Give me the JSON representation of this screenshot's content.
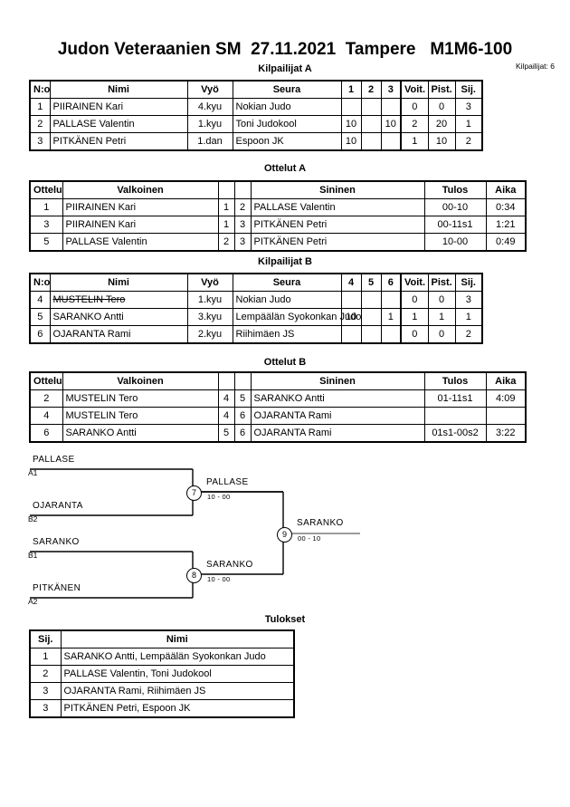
{
  "header": {
    "title": "Judon Veteraanien SM  27.11.2021  Tampere   M1M6-100",
    "entrants_label": "Kilpailijat: 6"
  },
  "sections": {
    "pool_a_heading": "Kilpailijat A",
    "matches_a_heading": "Ottelut A",
    "pool_b_heading": "Kilpailijat B",
    "matches_b_heading": "Ottelut B",
    "results_heading": "Tulokset"
  },
  "pool_headers": {
    "no": "N:o",
    "name": "Nimi",
    "belt": "Vyö",
    "club": "Seura",
    "wins": "Voit.",
    "points": "Pist.",
    "rank": "Sij."
  },
  "pool_a": {
    "score_columns": [
      "1",
      "2",
      "3"
    ],
    "rows": [
      {
        "no": "1",
        "name": "PIIRAINEN Kari",
        "belt": "4.kyu",
        "club": "Nokian Judo",
        "scores": [
          "",
          "",
          ""
        ],
        "wins": "0",
        "points": "0",
        "rank": "3",
        "struck": false
      },
      {
        "no": "2",
        "name": "PALLASE Valentin",
        "belt": "1.kyu",
        "club": "Toni Judokool",
        "scores": [
          "10",
          "",
          "10"
        ],
        "wins": "2",
        "points": "20",
        "rank": "1",
        "struck": false
      },
      {
        "no": "3",
        "name": "PITKÄNEN Petri",
        "belt": "1.dan",
        "club": "Espoon JK",
        "scores": [
          "10",
          "",
          ""
        ],
        "wins": "1",
        "points": "10",
        "rank": "2",
        "struck": false
      }
    ]
  },
  "pool_b": {
    "score_columns": [
      "4",
      "5",
      "6"
    ],
    "rows": [
      {
        "no": "4",
        "name": "MUSTELIN Tero",
        "belt": "1.kyu",
        "club": "Nokian Judo",
        "scores": [
          "",
          "",
          ""
        ],
        "wins": "0",
        "points": "0",
        "rank": "3",
        "struck": true
      },
      {
        "no": "5",
        "name": "SARANKO Antti",
        "belt": "3.kyu",
        "club": "Lempäälän Syokonkan Judo",
        "scores": [
          "10",
          "",
          "1"
        ],
        "wins": "1",
        "points": "1",
        "rank": "1",
        "struck": false
      },
      {
        "no": "6",
        "name": "OJARANTA Rami",
        "belt": "2.kyu",
        "club": "Riihimäen JS",
        "scores": [
          "",
          "",
          ""
        ],
        "wins": "0",
        "points": "0",
        "rank": "2",
        "struck": false
      }
    ]
  },
  "match_headers": {
    "match": "Ottelu",
    "white": "Valkoinen",
    "blue": "Sininen",
    "result": "Tulos",
    "time": "Aika"
  },
  "matches_a": [
    {
      "no": "1",
      "white": "PIIRAINEN Kari",
      "white_no": "1",
      "blue_no": "2",
      "blue": "PALLASE Valentin",
      "result": "00-10",
      "time": "0:34"
    },
    {
      "no": "3",
      "white": "PIIRAINEN Kari",
      "white_no": "1",
      "blue_no": "3",
      "blue": "PITKÄNEN Petri",
      "result": "00-11s1",
      "time": "1:21"
    },
    {
      "no": "5",
      "white": "PALLASE Valentin",
      "white_no": "2",
      "blue_no": "3",
      "blue": "PITKÄNEN Petri",
      "result": "10-00",
      "time": "0:49"
    }
  ],
  "matches_b": [
    {
      "no": "2",
      "white": "MUSTELIN Tero",
      "white_no": "4",
      "blue_no": "5",
      "blue": "SARANKO Antti",
      "result": "01-11s1",
      "time": "4:09"
    },
    {
      "no": "4",
      "white": "MUSTELIN Tero",
      "white_no": "4",
      "blue_no": "6",
      "blue": "OJARANTA Rami",
      "result": "",
      "time": ""
    },
    {
      "no": "6",
      "white": "SARANKO Antti",
      "white_no": "5",
      "blue_no": "6",
      "blue": "OJARANTA Rami",
      "result": "01s1-00s2",
      "time": "3:22"
    }
  ],
  "bracket": {
    "entries": [
      {
        "name": "PALLASE",
        "seed": "A1"
      },
      {
        "name": "OJARANTA",
        "seed": "B2"
      },
      {
        "name": "SARANKO",
        "seed": "B1"
      },
      {
        "name": "PITKÄNEN",
        "seed": "A2"
      }
    ],
    "matches": [
      {
        "number": "7",
        "winner": "PALLASE",
        "score": "10 - 00"
      },
      {
        "number": "8",
        "winner": "SARANKO",
        "score": "10 - 00"
      },
      {
        "number": "9",
        "winner": "SARANKO",
        "score": "00 - 10"
      }
    ]
  },
  "results_headers": {
    "rank": "Sij.",
    "name": "Nimi"
  },
  "results": [
    {
      "rank": "1",
      "name": "SARANKO Antti, Lempäälän Syokonkan Judo"
    },
    {
      "rank": "2",
      "name": "PALLASE Valentin, Toni Judokool"
    },
    {
      "rank": "3",
      "name": "OJARANTA Rami, Riihimäen JS"
    },
    {
      "rank": "3",
      "name": "PITKÄNEN Petri, Espoon JK"
    }
  ]
}
